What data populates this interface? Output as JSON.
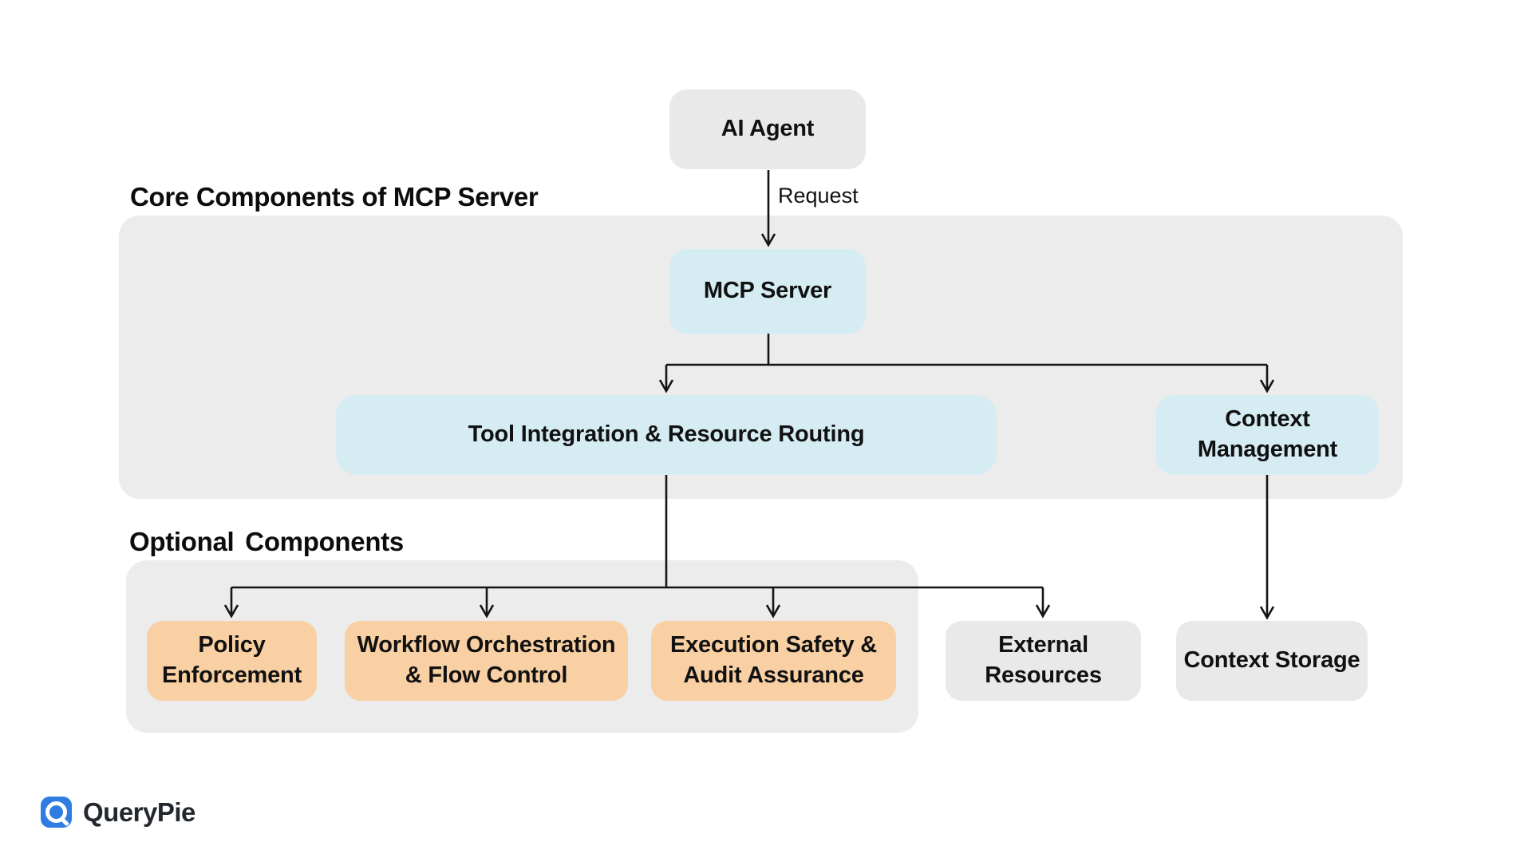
{
  "headings": {
    "core": "Core Components of MCP Server",
    "optional": "Optional Components"
  },
  "nodes": {
    "ai_agent": {
      "label": "AI Agent"
    },
    "mcp_server": {
      "label": "MCP Server"
    },
    "tool_integration": {
      "label": "Tool Integration & Resource Routing"
    },
    "context_management": {
      "label": "Context\nManagement"
    },
    "policy_enforcement": {
      "label": "Policy\nEnforcement"
    },
    "workflow_orchestration": {
      "label": "Workflow Orchestration\n& Flow Control"
    },
    "execution_safety": {
      "label": "Execution Safety &\nAudit Assurance"
    },
    "external_resources": {
      "label": "External\nResources"
    },
    "context_storage": {
      "label": "Context Storage"
    }
  },
  "edges": {
    "request_label": "Request"
  },
  "logo": {
    "text": "QueryPie"
  },
  "colors": {
    "accent_blue": "#d5ecf3",
    "accent_orange": "#f8d0a3",
    "container_gray": "#ececec",
    "box_gray": "#e9e9e9",
    "line": "#141414",
    "logo_blue": "#2f7de1"
  }
}
